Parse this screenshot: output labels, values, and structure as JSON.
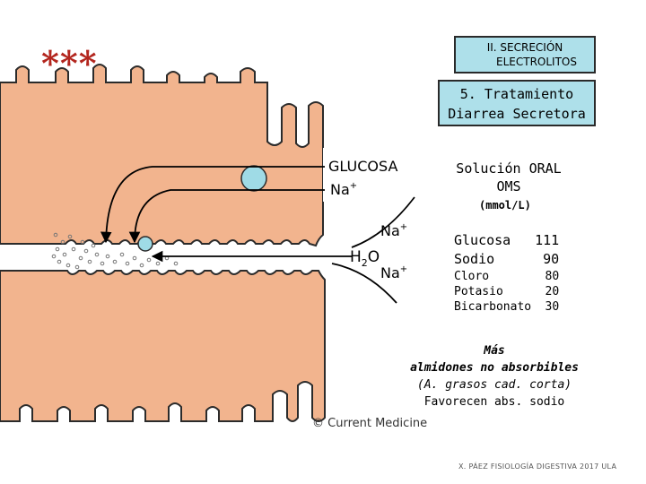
{
  "header": {
    "stars": "***",
    "section_line1": "II. SECRECIÓN",
    "section_line2": "ELECTROLITOS",
    "topic_line1": "5. Tratamiento",
    "topic_line2": "Diarrea Secretora"
  },
  "diagram": {
    "glucosa_label": "GLUCOSA",
    "na_label": "Na",
    "na_upper": "Na",
    "na_lower": "Na",
    "plus": "+",
    "water_h": "H",
    "water_sub": "2",
    "water_o": "O"
  },
  "solution": {
    "title_line1": "Solución ORAL",
    "title_line2": "OMS",
    "unit": "(mmol/L)",
    "components": [
      {
        "name": "Glucosa",
        "value": "111"
      },
      {
        "name": "Sodio",
        "value": "90"
      },
      {
        "name": "Cloro",
        "value": "80"
      },
      {
        "name": "Potasio",
        "value": "20"
      },
      {
        "name": "Bicarbonato",
        "value": "30"
      }
    ]
  },
  "notes": {
    "line1": "Más",
    "line2": "almidones no absorbibles",
    "line3": "(A. grasos cad. corta)",
    "line4": "Favorecen abs. sodio"
  },
  "credit": "© Current Medicine",
  "footer": "X. PÁEZ  FISIOLOGÍA DIGESTIVA 2017 ULA",
  "colors": {
    "cell": "#f2b48e",
    "cell_stroke": "#2b2b2b",
    "box_fill": "#aee0ea",
    "stars": "#b3261e",
    "transporter": "#9fdbe6"
  }
}
